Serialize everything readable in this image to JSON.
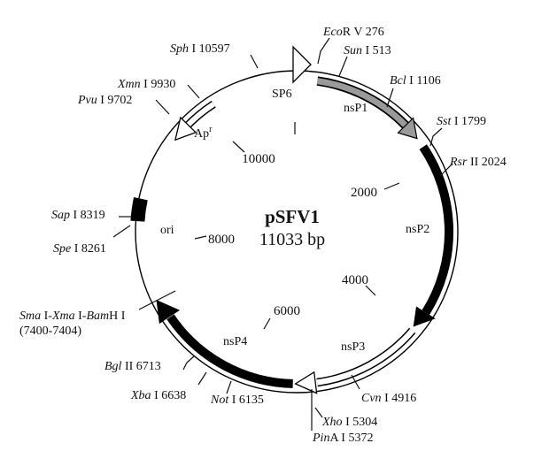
{
  "diagram": {
    "plasmid_name": "pSFV1",
    "plasmid_size": "11033 bp",
    "promoter_label": "SP6",
    "genes": {
      "nsp1": "nsP1",
      "nsp2": "nsP2",
      "nsp3": "nsP3",
      "nsp4": "nsP4",
      "ap_base": "Ap",
      "ap_sup": "r",
      "ori": "ori"
    },
    "scale_ticks": [
      "2000",
      "4000",
      "6000",
      "8000",
      "10000"
    ],
    "sites": [
      {
        "italic": "Eco",
        "roman": "R V 276"
      },
      {
        "italic": "Sun",
        "roman": " I 513"
      },
      {
        "italic": "Bcl",
        "roman": " I 1106"
      },
      {
        "italic": "Sst",
        "roman": " I 1799"
      },
      {
        "italic": "Rsr",
        "roman": " II 2024"
      },
      {
        "italic": "Cvn",
        "roman": " I 4916"
      },
      {
        "italic": "Xho",
        "roman": " I 5304"
      },
      {
        "italic": "Pin",
        "roman": "A I 5372"
      },
      {
        "italic": "Not",
        "roman": " I 6135"
      },
      {
        "italic": "Xba",
        "roman": " I 6638"
      },
      {
        "italic": "Bgl",
        "roman": " II 6713"
      },
      {
        "italic": "Sap",
        "roman": " I 8319"
      },
      {
        "italic": "Spe",
        "roman": " I 8261"
      },
      {
        "italic": "Pvu",
        "roman": " I 9702"
      },
      {
        "italic": "Xmn",
        "roman": " I 9930"
      },
      {
        "italic": "Sph",
        "roman": " I 10597"
      }
    ],
    "multi_site": {
      "p1": "Sma",
      "p2": " I-",
      "p3": "Xma",
      "p4": " I-",
      "p5": "Bam",
      "p6": "H I",
      "range": "(7400-7404)"
    },
    "colors": {
      "backbone": "#000000",
      "nsp1_fill": "#9a9a9a",
      "gene_black": "#000000",
      "open_fill": "#ffffff",
      "background": "#ffffff"
    }
  }
}
